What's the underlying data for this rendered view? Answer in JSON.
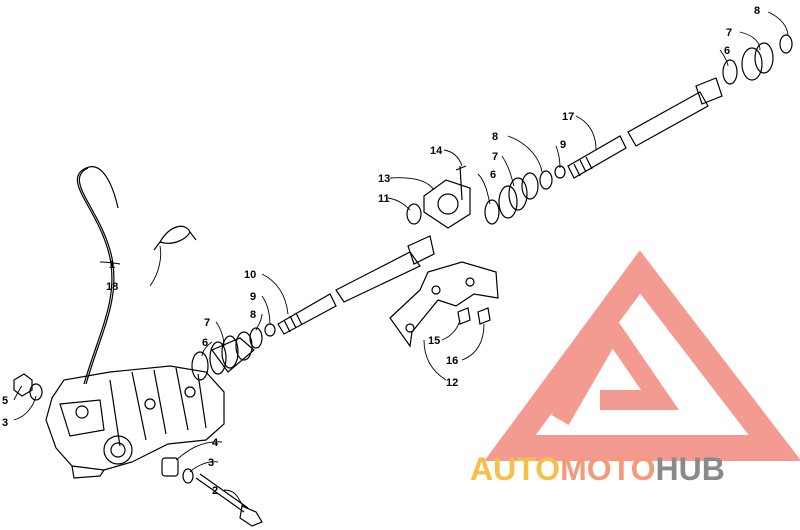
{
  "callouts": {
    "c1": "1",
    "c2": "2",
    "c3a": "3",
    "c3b": "3",
    "c4": "4",
    "c5": "5",
    "c6a": "6",
    "c6b": "6",
    "c6c": "6",
    "c7a": "7",
    "c7b": "7",
    "c7c": "7",
    "c8a": "8",
    "c8b": "8",
    "c8c": "8",
    "c9a": "9",
    "c9b": "9",
    "c10": "10",
    "c11": "11",
    "c12": "12",
    "c13": "13",
    "c14": "14",
    "c15": "15",
    "c16": "16",
    "c17": "17",
    "c18": "18"
  },
  "watermark": {
    "part1": "AUTO",
    "part2": "MOTO",
    "part3": "HUB",
    "color_auto": "#f5c04a",
    "color_moto": "#f29a7a",
    "color_hub": "#8a8a8a",
    "logo_color": "#f07a6c"
  }
}
